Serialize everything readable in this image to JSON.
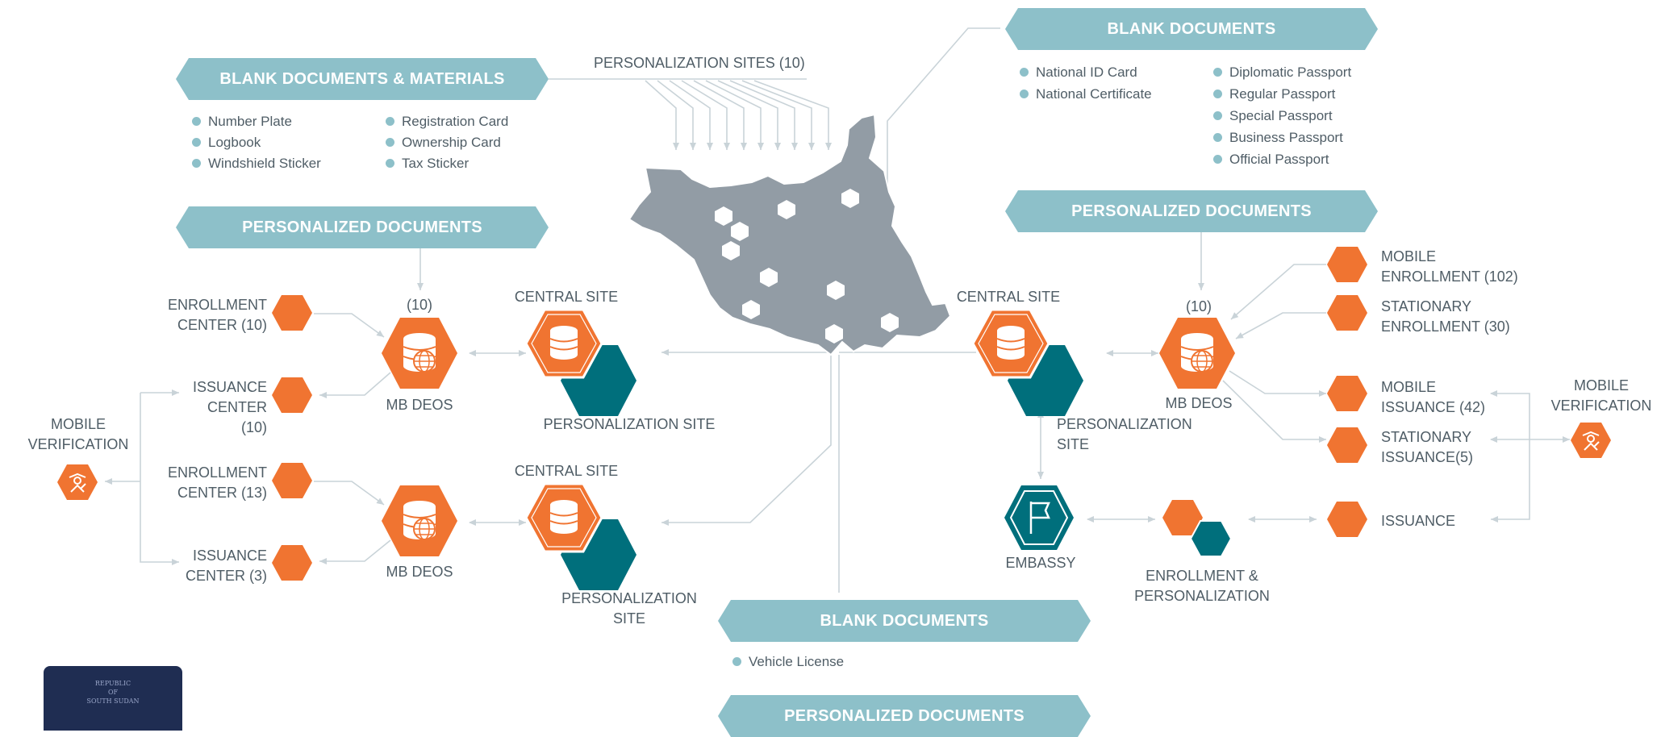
{
  "colors": {
    "orange": "#f07431",
    "teal": "#006f7c",
    "banner": "#8dc0c9",
    "map": "#929ca5",
    "line": "#c9d3d8",
    "text": "#4f5d66"
  },
  "banners": {
    "tl_blank": "BLANK DOCUMENTS & MATERIALS",
    "tl_pers": "PERSONALIZED DOCUMENTS",
    "tr_blank": "BLANK DOCUMENTS",
    "tr_pers": "PERSONALIZED DOCUMENTS",
    "b_blank": "BLANK DOCUMENTS",
    "b_pers": "PERSONALIZED DOCUMENTS"
  },
  "lists": {
    "tl_col1": [
      "Number Plate",
      "Logbook",
      "Windshield Sticker"
    ],
    "tl_col2": [
      "Registration Card",
      "Ownership Card",
      "Tax Sticker"
    ],
    "tr_col1": [
      "National ID Card",
      "National Certificate"
    ],
    "tr_col2": [
      "Diplomatic Passport",
      "Regular Passport",
      "Special Passport",
      "Business Passport",
      "Official Passport"
    ],
    "bottom": [
      "Vehicle License"
    ]
  },
  "labels": {
    "pers_sites": "PERSONALIZATION SITES (10)",
    "enroll_center_10": "ENROLLMENT\nCENTER (10)",
    "issuance_center_10": "ISSUANCE\nCENTER\n(10)",
    "enroll_center_13": "ENROLLMENT\nCENTER (13)",
    "issuance_center_3": "ISSUANCE\nCENTER (3)",
    "mobile_verification_left": "MOBILE\nVERIFICATION",
    "left_count": "(10)",
    "mb_deos_1": "MB DEOS",
    "mb_deos_2": "MB DEOS",
    "central_site_1": "CENTRAL SITE",
    "central_site_2": "CENTRAL SITE",
    "pers_site_1": "PERSONALIZATION SITE",
    "pers_site_2": "PERSONALIZATION\nSITE",
    "central_site_r": "CENTRAL SITE",
    "pers_site_r": "PERSONALIZATION\nSITE",
    "right_count": "(10)",
    "mb_deos_r": "MB DEOS",
    "mobile_enrollment": "MOBILE\nENROLLMENT (102)",
    "stationary_enrollment": "STATIONARY\nENROLLMENT (30)",
    "mobile_issuance": "MOBILE\nISSUANCE (42)",
    "stationary_issuance": "STATIONARY\nISSUANCE(5)",
    "issuance": "ISSUANCE",
    "mobile_verification_right": "MOBILE\nVERIFICATION",
    "embassy": "EMBASSY",
    "enroll_pers": "ENROLLMENT &\nPERSONALIZATION"
  },
  "icons": {
    "database": "database-icon",
    "database_globe": "database-globe-icon",
    "flag": "flag-icon",
    "officer": "verification-officer-icon",
    "map": "south-sudan-map"
  },
  "passport_cover": "REPUBLIC\nOF\nSOUTH SUDAN"
}
